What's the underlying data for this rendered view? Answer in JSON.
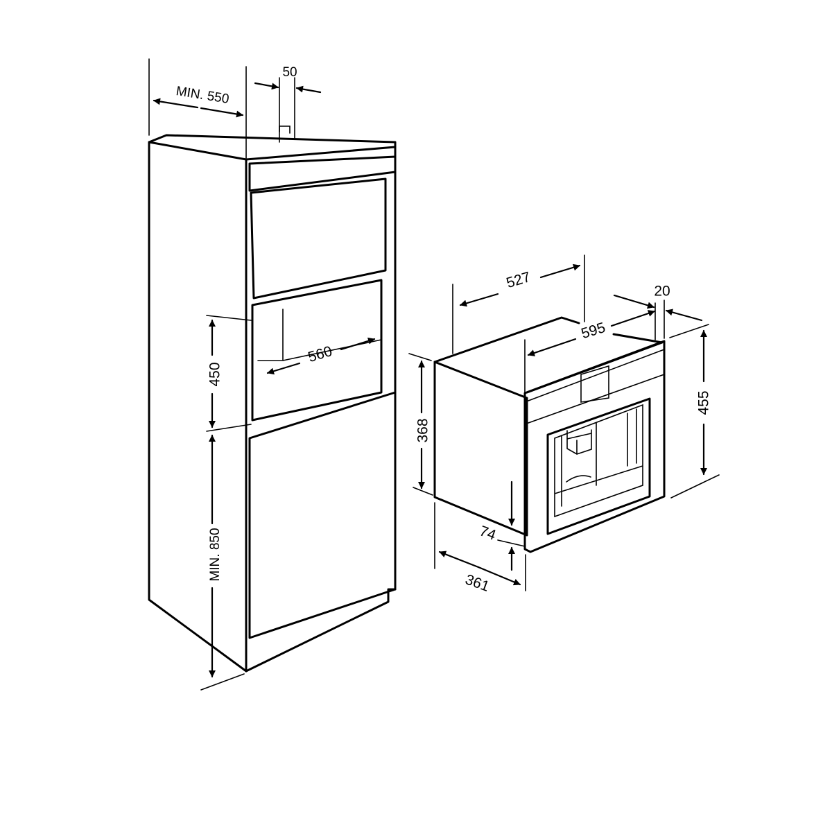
{
  "cabinet": {
    "depth_min_label": "MIN. 550",
    "vent_gap_label": "50",
    "niche_height_label": "450",
    "niche_width_label": "560",
    "floor_height_min_label": "MIN. 850"
  },
  "appliance": {
    "depth_label": "527",
    "width_label": "595",
    "front_thickness_label": "20",
    "body_height_label": "368",
    "front_height_label": "455",
    "bottom_offset_label": "74",
    "side_depth_label": "361"
  },
  "colors": {
    "line": "#000000",
    "background": "#ffffff"
  }
}
